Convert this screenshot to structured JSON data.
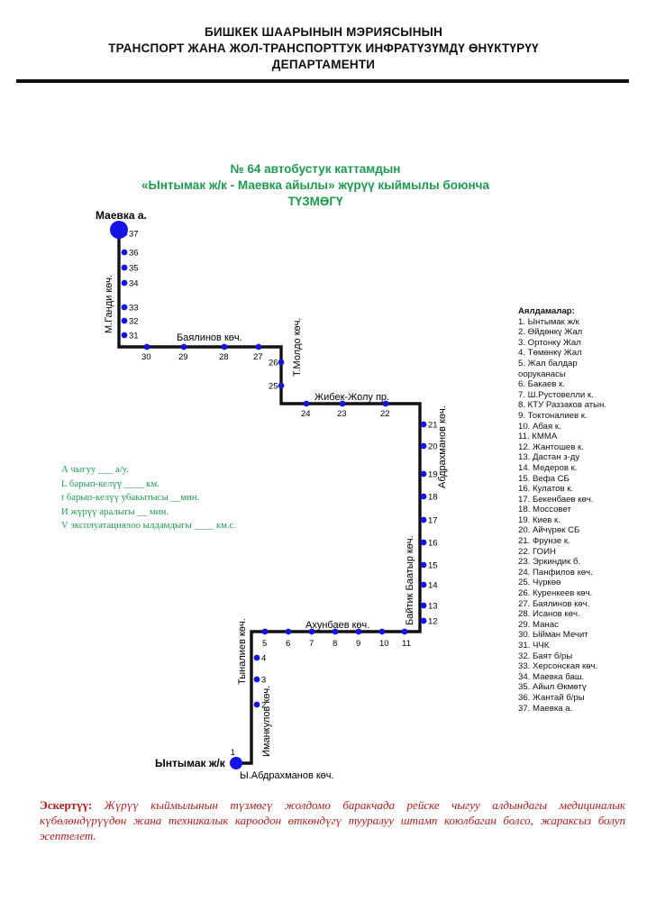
{
  "header": {
    "line1": "БИШКЕК ШААРЫНЫН  МЭРИЯСЫНЫН",
    "line2": "ТРАНСПОРТ ЖАНА ЖОЛ-ТРАНСПОРТТУК ИНФРАТҮЗҮМДҮ ӨНҮКТҮРҮҮ",
    "line3": "ДЕПАРТАМЕНТИ"
  },
  "title": {
    "line1": "№  64 автобустук каттамдын",
    "line2": "«Ынтымак ж/к - Маевка айылы» жүрүү кыймылы боюнча",
    "line3": "ТҮЗМӨГҮ"
  },
  "colors": {
    "green": "#1d9a4f",
    "blue": "#1414e6",
    "red": "#b01c1c",
    "line": "#111111"
  },
  "map": {
    "terminals": {
      "end": "Маевка а.",
      "start": "Ынтымак ж/к"
    },
    "streets": {
      "gandi": "М.Ганди көч.",
      "bayalinov": "Баялинов көч.",
      "moldo": "Т.Молдо көч.",
      "zhibek": "Жибек-Жолу пр.",
      "abdrakhmanov": "Абдрахманов көч.",
      "baitik": "Байтик Баатыр көч.",
      "akhunbaev": "Ахунбаев көч.",
      "tynaliev": "Тыналиев көч.",
      "imankulov": "Иманкулов көч.",
      "y_abdrakhmanov": "Ы.Абдрахманов көч."
    },
    "stop_numbers": [
      "1",
      "2",
      "3",
      "4",
      "5",
      "6",
      "7",
      "8",
      "9",
      "10",
      "11",
      "12",
      "13",
      "14",
      "15",
      "16",
      "17",
      "18",
      "19",
      "20",
      "21",
      "22",
      "23",
      "24",
      "25",
      "26",
      "27",
      "28",
      "29",
      "30",
      "31",
      "32",
      "33",
      "34",
      "35",
      "36",
      "37"
    ]
  },
  "legend": {
    "heading": "Аялдамалар:",
    "items": [
      "1. Ынтымак ж/к",
      "2. Өйдөнкү Жал",
      "3. Ортонку Жал",
      "4. Төмөнкү Жал",
      "5. Жал балдар",
      "ооруканасы",
      "6. Бакаев к.",
      "7. Ш.Рустовелли к.",
      "8. КТУ Раззаков атын.",
      "9. Токтоналиев к.",
      "10. Абая к.",
      "11. КММА",
      "12. Жантошев к.",
      "13. Дастан з-ду",
      "14. Медеров к.",
      "15. Вефа СБ",
      "16. Кулатов к.",
      "17. Бекенбаев көч.",
      "18. Моссовет",
      "19. Киев к.",
      "20. Айчүрөк СБ",
      "21. Фрунзе к.",
      "22. ГОИН",
      "23. Эркиндик б.",
      "24. Панфилов көч.",
      "25. Чүркөө",
      "26. Куренкеев көч.",
      "27. Баялинов көч.",
      "28. Исанов көч.",
      "29. Манас",
      "30. Ыйман Мечит",
      "31. ЧЧК",
      "32. Баят б/ры",
      "33. Херсонская көч.",
      "34. Маевка баш.",
      "35. Айыл Өкмөтү",
      "36. Жантай б/ры",
      "37. Маевка а."
    ]
  },
  "params": {
    "line1": "А чыгуу  ___ а/у.",
    "line2": "L барып-келүү  ____ км.",
    "line3": "t барып-келүү убакытысы  __мин.",
    "line4": "И жүрүү аралыгы __     мин.",
    "line5": "V эксплуатациялоо ылдамдыгы ____ км.с."
  },
  "note": {
    "label": "Эскертүү:",
    "text": " Жүрүү кыймылынын түзмөгү жолдомо баракчада рейске чыгуу алдындагы медициналык күбөлөндүрүүдөн жана техникалык кароодон өткөндүгү тууралуу штамп коюлбаган болсо, жараксыз болуп эсептелет."
  }
}
